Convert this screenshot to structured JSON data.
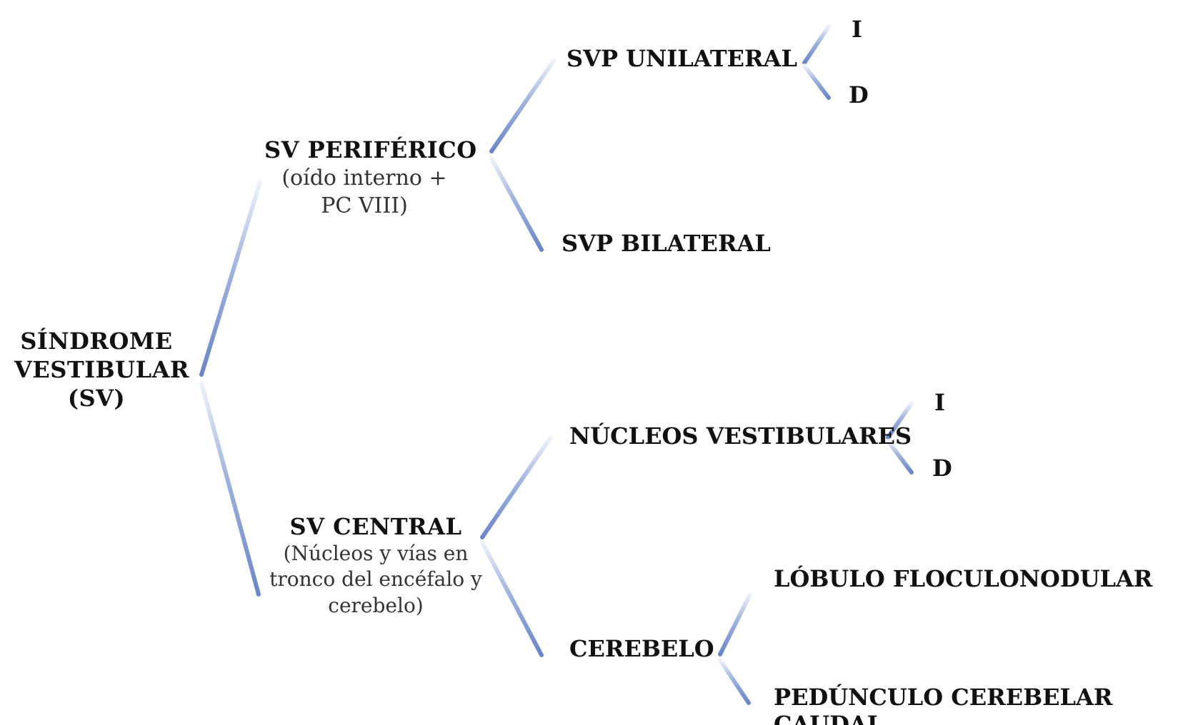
{
  "colors": {
    "connector_main": "#6a86c8",
    "connector_light": "#e8eef8",
    "text": "#111111",
    "subtext": "#333333"
  },
  "root": {
    "line1": "SÍNDROME",
    "line2": "VESTIBULAR",
    "line3": "(SV)"
  },
  "peripheral": {
    "title": "SV PERIFÉRICO",
    "sub1": "(oído interno +",
    "sub2": "PC VIII)",
    "unilateral": {
      "label": "SVP UNILATERAL",
      "left": "I",
      "right": "D"
    },
    "bilateral": {
      "label": "SVP BILATERAL"
    }
  },
  "central": {
    "title": "SV CENTRAL",
    "sub1": "(Núcleos y vías en",
    "sub2": "tronco del encéfalo y",
    "sub3": "cerebelo)",
    "nuclei": {
      "label": "NÚCLEOS VESTIBULARES",
      "left": "I",
      "right": "D"
    },
    "cerebellum": {
      "label": "CEREBELO",
      "lobe": "LÓBULO FLOCULONODULAR",
      "peduncle": "PEDÚNCULO CEREBELAR CAUDAL"
    }
  }
}
